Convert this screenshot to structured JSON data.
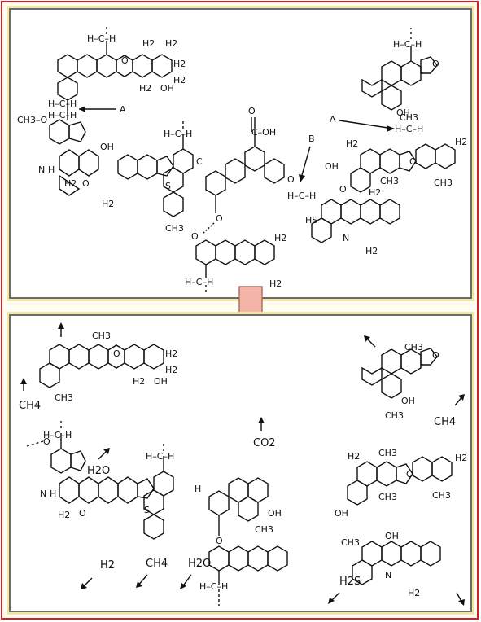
{
  "diagram": {
    "top_labels": {
      "label_a_left": "A",
      "label_a_right": "A",
      "label_b": "B",
      "ch3o": "CH3–O",
      "n_h": "N",
      "h_of_n": "H",
      "cooh": "C–OH",
      "c_of_cooh_o": "O",
      "s_left": "S",
      "hs": "HS",
      "n_right": "N",
      "ch3_mid": "CH3",
      "ch3_right": "CH3",
      "h2": "H2",
      "oh": "OH",
      "o": "O",
      "ch2_label": "H–C–H",
      "c_bridge": "C"
    },
    "bottom_labels": {
      "ch4_left": "CH4",
      "ch4_right": "CH4",
      "ch4_bottom": "CH4",
      "co2": "CO2",
      "h2o_left": "H2O",
      "h2o_bottom": "H2O",
      "h2_bottom": "H2",
      "h2s": "H2S",
      "ch3": "CH3",
      "oh": "OH",
      "n": "N",
      "s": "S",
      "h2": "H2",
      "nh": "N",
      "h": "H",
      "o": "O",
      "ch2_label": "H–C–H"
    },
    "arrow_color": "#f4b4a8",
    "arrow_stroke": "#b07060",
    "frame_color": "#d02020",
    "panel_glow": "#f1e6a6"
  }
}
